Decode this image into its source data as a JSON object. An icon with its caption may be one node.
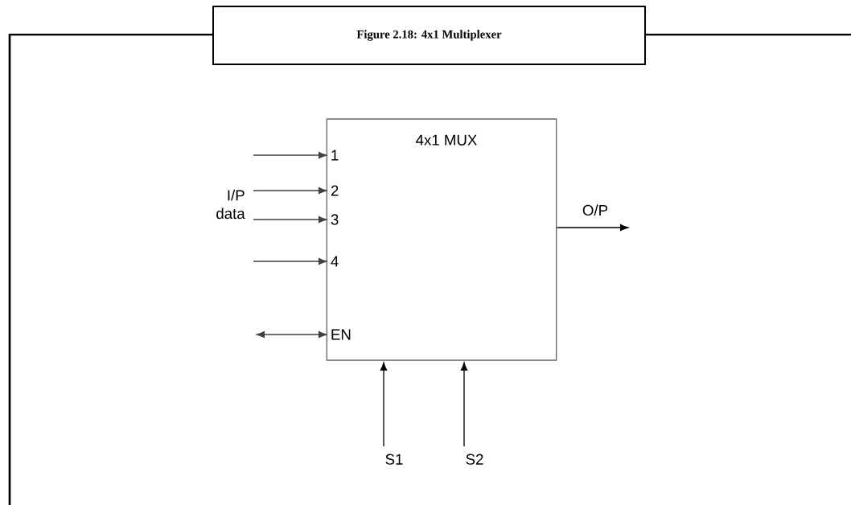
{
  "diagram": {
    "title": "Figure 2.18: 4x1 Multiplexer",
    "nodes": [
      {
        "text": [
          "4x1 MUX"
        ]
      },
      {
        "text": [
          "1"
        ],
        "in": 0
      },
      {
        "text": [
          "2"
        ],
        "in": 0
      },
      {
        "text": [
          "3"
        ],
        "in": 0
      },
      {
        "text": [
          "4"
        ],
        "in": 0
      },
      {
        "text": [
          "EN"
        ],
        "in": 0
      },
      {
        "text": [
          "S1"
        ]
      },
      {
        "text": [
          "S2"
        ]
      }
    ],
    "edges": [
      {
        "from": null,
        "to": 1,
        "arrow": "to"
      },
      {
        "from": null,
        "to": 2,
        "arrow": "to"
      },
      {
        "from": null,
        "to": 3,
        "arrow": "to"
      },
      {
        "from": null,
        "to": 4,
        "arrow": "to"
      },
      {
        "from": null,
        "to": 5,
        "arrow": "both"
      },
      {
        "from": 6,
        "to": 0,
        "arrow": "to"
      },
      {
        "from": 7,
        "to": 0,
        "arrow": "to"
      },
      {
        "from": 0,
        "to": null,
        "arrow": "to",
        "label": "O/P"
      }
    ],
    "labels": [
      "I/P data"
    ]
  }
}
